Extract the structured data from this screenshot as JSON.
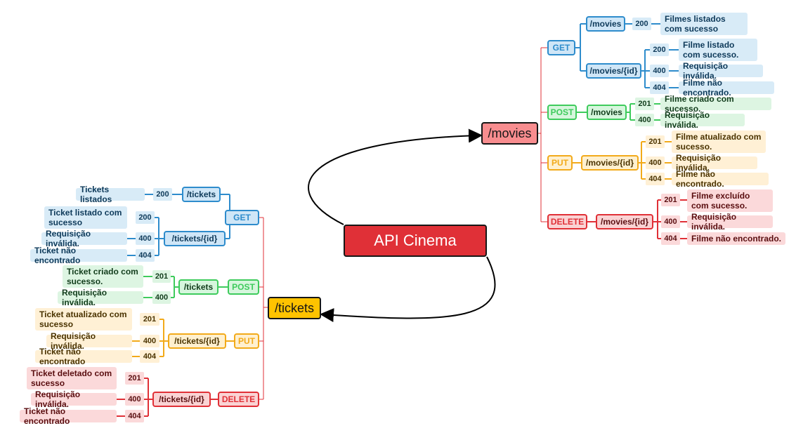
{
  "root": {
    "label": "API Cinema"
  },
  "movies": {
    "label": "/movies",
    "get": {
      "method": "GET",
      "list": {
        "path": "/movies",
        "code": "200",
        "text": "Filmes listados com sucesso"
      },
      "byid": {
        "path": "/movies/{id}",
        "c200": "200",
        "t200": "Filme listado com sucesso.",
        "c400": "400",
        "t400": "Requisição inválida.",
        "c404": "404",
        "t404": "Filme não encontrado."
      }
    },
    "post": {
      "method": "POST",
      "path": "/movies",
      "c201": "201",
      "t201": "Filme criado com sucesso.",
      "c400": "400",
      "t400": "Requisição inválida."
    },
    "put": {
      "method": "PUT",
      "path": "/movies/{id}",
      "c201": "201",
      "t201": "Filme atualizado com sucesso.",
      "c400": "400",
      "t400": "Requisição inválida.",
      "c404": "404",
      "t404": "Filme não encontrado."
    },
    "delete": {
      "method": "DELETE",
      "path": "/movies/{id}",
      "c201": "201",
      "t201": "Filme excluído com sucesso.",
      "c400": "400",
      "t400": "Requisição inválida.",
      "c404": "404",
      "t404": "Filme não encontrado."
    }
  },
  "tickets": {
    "label": "/tickets",
    "get": {
      "method": "GET",
      "list": {
        "path": "/tickets",
        "code": "200",
        "text": "Tickets listados"
      },
      "byid": {
        "path": "/tickets/{id}",
        "c200": "200",
        "t200": "Ticket listado com sucesso",
        "c400": "400",
        "t400": "Requisição inválida.",
        "c404": "404",
        "t404": "Ticket não encontrado"
      }
    },
    "post": {
      "method": "POST",
      "path": "/tickets",
      "c201": "201",
      "t201": "Ticket criado com sucesso.",
      "c400": "400",
      "t400": "Requisição inválida."
    },
    "put": {
      "method": "PUT",
      "path": "/tickets/{id}",
      "c201": "201",
      "t201": "Ticket atualizado com sucesso",
      "c400": "400",
      "t400": "Requisição inválida.",
      "c404": "404",
      "t404": "Ticket não encontrado"
    },
    "delete": {
      "method": "DELETE",
      "path": "/tickets/{id}",
      "c201": "201",
      "t201": "Ticket deletado com sucesso",
      "c400": "400",
      "t400": "Requisição inválida.",
      "c404": "404",
      "t404": "Ticket não encontrado"
    }
  },
  "colors": {
    "root": "#e03037",
    "movies": "#f88d8f",
    "tickets": "#ffc300",
    "get": "#2e8ccc",
    "post": "#3ecb5c",
    "put": "#f2aa1a",
    "delete": "#e03037"
  }
}
